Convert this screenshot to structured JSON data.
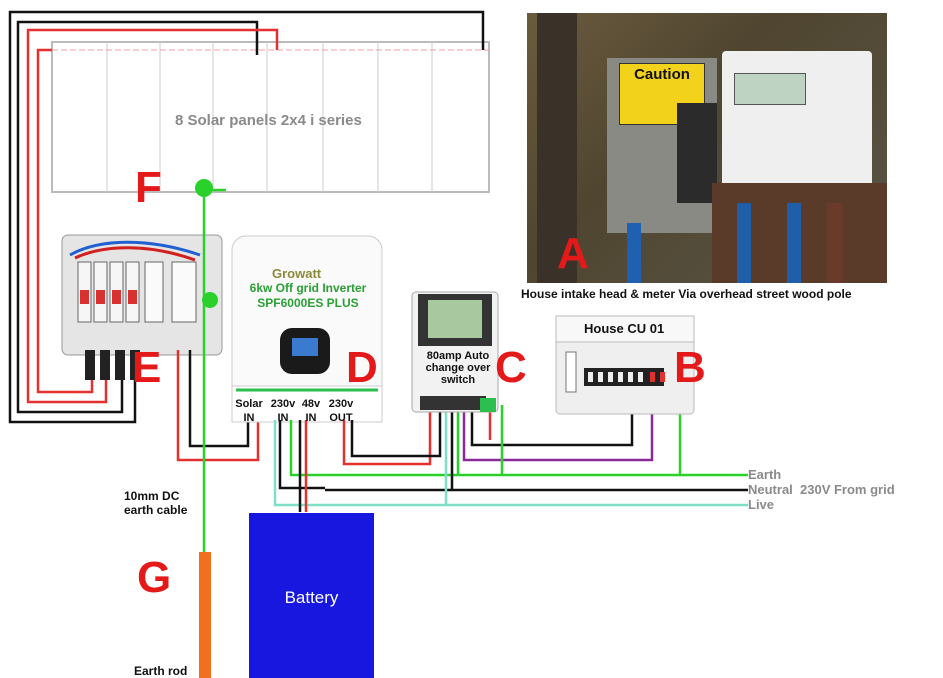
{
  "panels": {
    "label": "8 Solar panels 2x4 i series"
  },
  "inverter": {
    "brand": "Growatt",
    "title": "6kw Off grid Inverter",
    "model": "SPF6000ES PLUS",
    "ports": [
      "Solar IN",
      "230v IN",
      "48v IN",
      "230v OUT"
    ]
  },
  "switch": {
    "label": "80amp Auto change over switch"
  },
  "consumer_unit": {
    "label": "House CU 01"
  },
  "intake": {
    "label": "House intake head & meter Via overhead street wood pole",
    "sign": "Caution"
  },
  "battery": {
    "label": "Battery"
  },
  "earth": {
    "cable_label": "10mm DC earth cable",
    "rod_label": "Earth rod"
  },
  "grid_lines": {
    "earth": "Earth",
    "neutral": "Neutral  230V From grid",
    "live": "Live"
  },
  "letters": {
    "a": "A",
    "b": "B",
    "c": "C",
    "d": "D",
    "e": "E",
    "f": "F",
    "g": "G"
  },
  "colors": {
    "live": "#e53030",
    "neutral": "#111111",
    "earth": "#2bd12b",
    "live_grid": "#7fe0c8",
    "purple": "#8a2a9a",
    "battery": "#1717e0",
    "rod": "#f07020"
  }
}
